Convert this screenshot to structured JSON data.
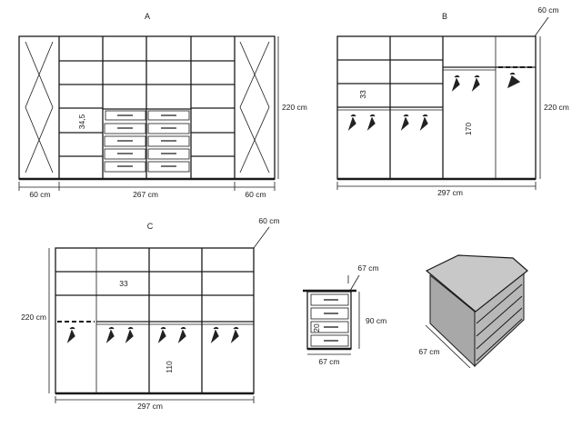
{
  "wardrobe_a": {
    "title": "A",
    "side_left_width": "60 cm",
    "main_width": "267 cm",
    "side_right_width": "60 cm",
    "height": "220 cm",
    "shelf_label": "34,5"
  },
  "wardrobe_b": {
    "title": "B",
    "depth": "60 cm",
    "height": "220 cm",
    "shelf_label": "33",
    "hanging_label": "170",
    "width": "297 cm"
  },
  "wardrobe_c": {
    "title": "C",
    "depth": "60 cm",
    "height": "220 cm",
    "shelf_label": "33",
    "hanging_label": "110",
    "width": "297 cm"
  },
  "drawer_unit": {
    "top_depth": "67 cm",
    "drawer_label": "20",
    "height": "90 cm",
    "width": "67 cm"
  },
  "corner_unit": {
    "depth": "67 cm"
  }
}
